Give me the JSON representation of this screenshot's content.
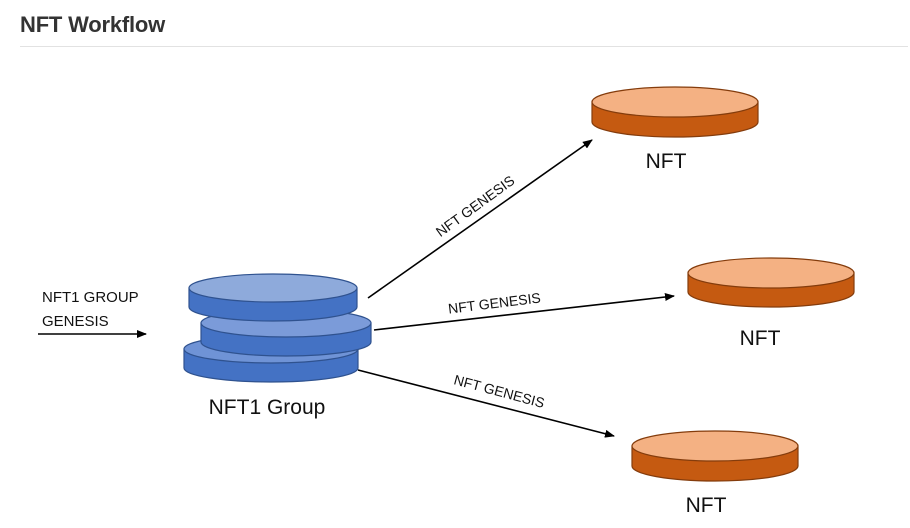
{
  "page": {
    "title": "NFT Workflow"
  },
  "diagram": {
    "input_label_line1": "NFT1 GROUP",
    "input_label_line2": "GENESIS",
    "group_label": "NFT1 Group",
    "arrows": [
      {
        "label": "NFT GENESIS"
      },
      {
        "label": "NFT GENESIS"
      },
      {
        "label": "NFT GENESIS"
      }
    ],
    "nfts": [
      {
        "label": "NFT"
      },
      {
        "label": "NFT"
      },
      {
        "label": "NFT"
      }
    ]
  },
  "colors": {
    "group_fill": "#4472c4",
    "group_top": "#8eaadb",
    "group_stroke": "#2f528f",
    "nft_fill": "#c55a11",
    "nft_top": "#f4b183",
    "nft_stroke": "#843c0c"
  }
}
